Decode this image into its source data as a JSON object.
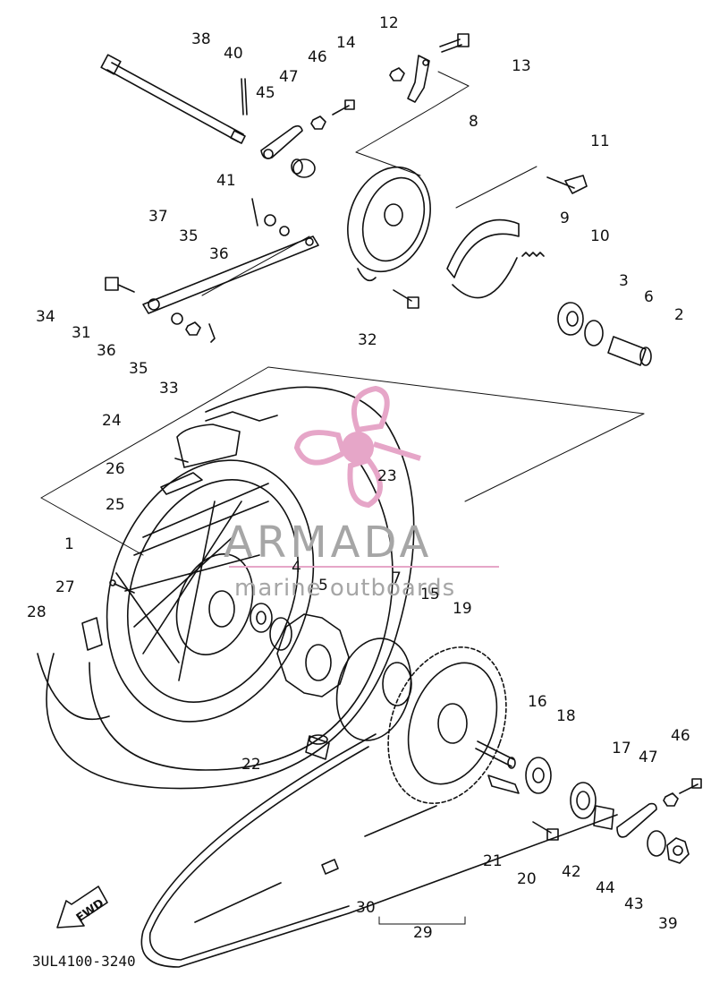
{
  "diagram": {
    "drawing_code": "3UL4100-3240",
    "direction_label": "FWD",
    "parts": [
      "1",
      "2",
      "3",
      "4",
      "5",
      "6",
      "7",
      "8",
      "9",
      "10",
      "11",
      "12",
      "13",
      "14",
      "15",
      "16",
      "17",
      "18",
      "19",
      "20",
      "21",
      "22",
      "23",
      "24",
      "25",
      "26",
      "27",
      "28",
      "29",
      "30",
      "31",
      "32",
      "33",
      "34",
      "35",
      "36",
      "37",
      "38",
      "39",
      "40",
      "41",
      "42",
      "43",
      "44",
      "45",
      "46",
      "47"
    ]
  },
  "callouts": [
    {
      "id": "c38",
      "text": "38"
    },
    {
      "id": "c40",
      "text": "40"
    },
    {
      "id": "c45",
      "text": "45"
    },
    {
      "id": "c47a",
      "text": "47"
    },
    {
      "id": "c46a",
      "text": "46"
    },
    {
      "id": "c14",
      "text": "14"
    },
    {
      "id": "c12",
      "text": "12"
    },
    {
      "id": "c13",
      "text": "13"
    },
    {
      "id": "c8",
      "text": "8"
    },
    {
      "id": "c11",
      "text": "11"
    },
    {
      "id": "c41",
      "text": "41"
    },
    {
      "id": "c37",
      "text": "37"
    },
    {
      "id": "c35a",
      "text": "35"
    },
    {
      "id": "c36a",
      "text": "36"
    },
    {
      "id": "c9",
      "text": "9"
    },
    {
      "id": "c10",
      "text": "10"
    },
    {
      "id": "c34",
      "text": "34"
    },
    {
      "id": "c31",
      "text": "31"
    },
    {
      "id": "c32",
      "text": "32"
    },
    {
      "id": "c3",
      "text": "3"
    },
    {
      "id": "c6",
      "text": "6"
    },
    {
      "id": "c2",
      "text": "2"
    },
    {
      "id": "c36b",
      "text": "36"
    },
    {
      "id": "c35b",
      "text": "35"
    },
    {
      "id": "c33",
      "text": "33"
    },
    {
      "id": "c24",
      "text": "24"
    },
    {
      "id": "c26",
      "text": "26"
    },
    {
      "id": "c23",
      "text": "23"
    },
    {
      "id": "c25",
      "text": "25"
    },
    {
      "id": "c1",
      "text": "1"
    },
    {
      "id": "c4",
      "text": "4"
    },
    {
      "id": "c7",
      "text": "7"
    },
    {
      "id": "c27",
      "text": "27"
    },
    {
      "id": "c5",
      "text": "5"
    },
    {
      "id": "c15",
      "text": "15"
    },
    {
      "id": "c19",
      "text": "19"
    },
    {
      "id": "c28",
      "text": "28"
    },
    {
      "id": "c16",
      "text": "16"
    },
    {
      "id": "c18",
      "text": "18"
    },
    {
      "id": "c17",
      "text": "17"
    },
    {
      "id": "c46b",
      "text": "46"
    },
    {
      "id": "c47b",
      "text": "47"
    },
    {
      "id": "c22",
      "text": "22"
    },
    {
      "id": "c21",
      "text": "21"
    },
    {
      "id": "c20",
      "text": "20"
    },
    {
      "id": "c42",
      "text": "42"
    },
    {
      "id": "c44",
      "text": "44"
    },
    {
      "id": "c43",
      "text": "43"
    },
    {
      "id": "c39",
      "text": "39"
    },
    {
      "id": "c30",
      "text": "30"
    },
    {
      "id": "c29",
      "text": "29"
    }
  ],
  "watermark": {
    "brand": "ARMADA",
    "tagline": "marine outboards",
    "accent_color": "#e6a6c8",
    "text_color": "#a6a6a6"
  }
}
